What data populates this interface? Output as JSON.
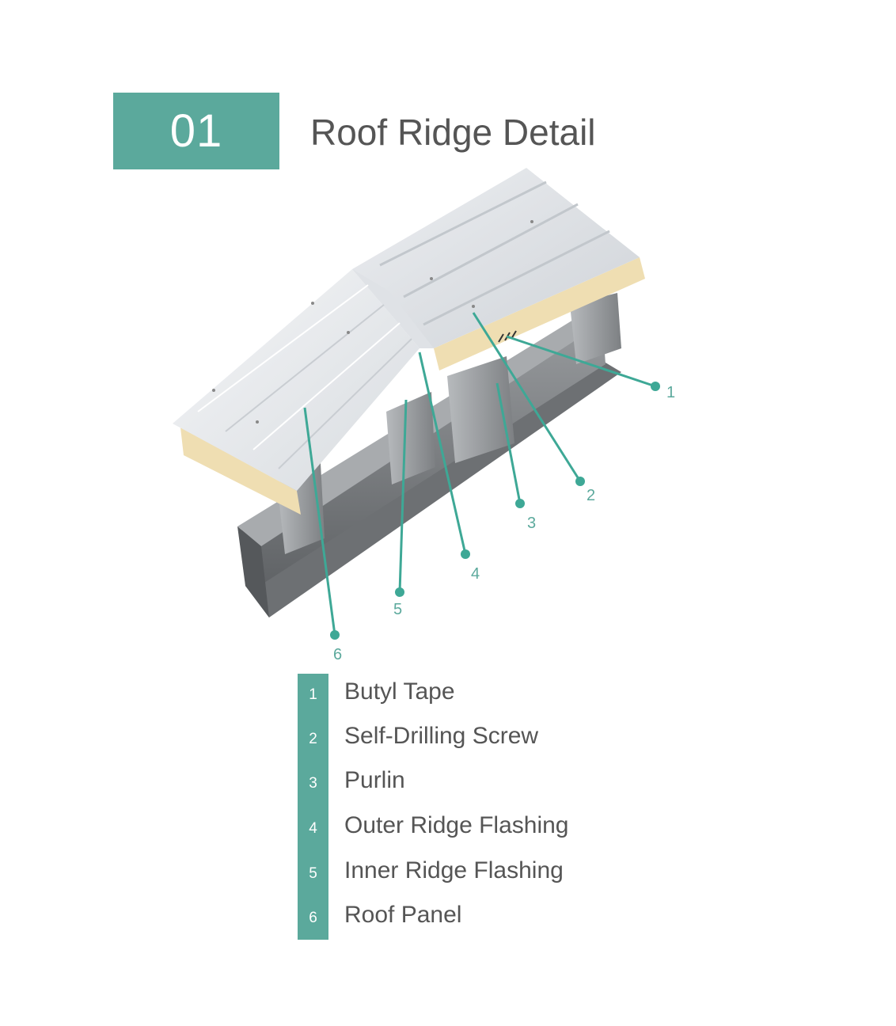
{
  "header": {
    "number": "01",
    "title": "Roof Ridge Detail"
  },
  "colors": {
    "accent": "#5ba99c",
    "text": "#555555",
    "panel": "#e6e9ec",
    "core": "#f0dfb4",
    "steel": "#8a8d90"
  },
  "callouts": [
    "1",
    "2",
    "3",
    "4",
    "5",
    "6"
  ],
  "legend": [
    {
      "num": "1",
      "label": "Butyl Tape"
    },
    {
      "num": "2",
      "label": "Self-Drilling Screw"
    },
    {
      "num": "3",
      "label": "Purlin"
    },
    {
      "num": "4",
      "label": "Outer Ridge Flashing"
    },
    {
      "num": "5",
      "label": "Inner Ridge Flashing"
    },
    {
      "num": "6",
      "label": "Roof Panel"
    }
  ]
}
